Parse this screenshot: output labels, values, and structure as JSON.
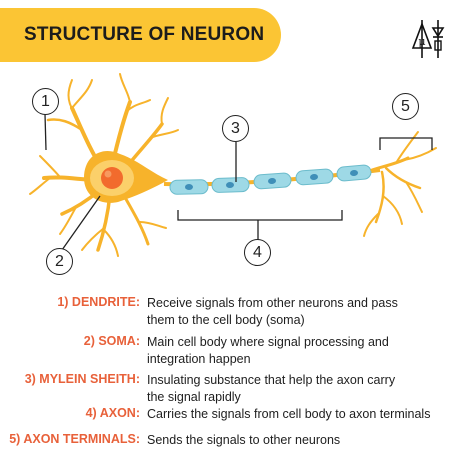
{
  "title": "STRUCTURE OF NEURON",
  "logo": {
    "icon": "mu-circuit-logo-icon",
    "glyph": "μ"
  },
  "callouts": [
    "1",
    "2",
    "3",
    "4",
    "5"
  ],
  "colors": {
    "banner": "#fbc534",
    "term": "#e8613a",
    "neuron_body": "#f7b32b",
    "nucleus": "#f26b2d",
    "myelin": "#9ed9e6"
  },
  "legend": [
    {
      "term": "1) DENDRITE:",
      "line1": "Receive signals from other neurons and pass",
      "line2": "them to the cell body (soma)"
    },
    {
      "term": "2) SOMA:",
      "line1": "Main cell body where signal processing and",
      "line2": "integration happen"
    },
    {
      "term": "3) MYLEIN SHEITH:",
      "line1": "Insulating substance that help the axon carry",
      "line2": "the signal rapidly"
    },
    {
      "term": "4) AXON:",
      "line1": "Carries the signals from cell body to axon terminals",
      "line2": ""
    },
    {
      "term": "5) AXON TERMINALS:",
      "line1": "Sends the signals to other neurons",
      "line2": ""
    }
  ]
}
